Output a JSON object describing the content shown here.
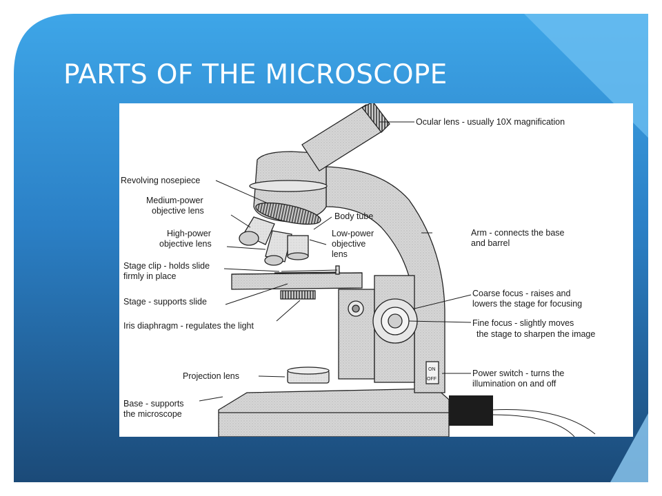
{
  "slide": {
    "title": "PARTS OF THE MICROSCOPE",
    "colors": {
      "blue_light": "#3ea6e8",
      "blue_dark": "#1b4a78",
      "accent": "#6fc0f2",
      "edge": "#8ecbf3"
    }
  },
  "figure": {
    "labels": {
      "ocular_lens": "Ocular lens - usually 10X magnification",
      "revolving_nosepiece": "Revolving nosepiece",
      "medium_power": [
        "Medium-power",
        "objective lens"
      ],
      "high_power": [
        "High-power",
        "objective lens"
      ],
      "body_tube": "Body tube",
      "low_power": [
        "Low-power",
        "objective",
        "lens"
      ],
      "arm": [
        "Arm  - connects the base",
        "and barrel"
      ],
      "stage_clip": [
        "Stage clip - holds slide",
        "firmly in place"
      ],
      "stage": "Stage - supports slide",
      "iris_diaphragm": "Iris diaphragm - regulates the light",
      "coarse_focus": [
        "Coarse focus - raises and",
        "lowers the stage for focusing"
      ],
      "fine_focus": [
        "Fine focus - slightly moves",
        "the stage to sharpen the image"
      ],
      "power_switch": [
        "Power switch - turns the",
        "illumination on and off"
      ],
      "switch_on": "ON",
      "switch_off": "OFF",
      "projection_lens": "Projection lens",
      "base": [
        "Base - supports",
        "the microscope"
      ]
    }
  }
}
